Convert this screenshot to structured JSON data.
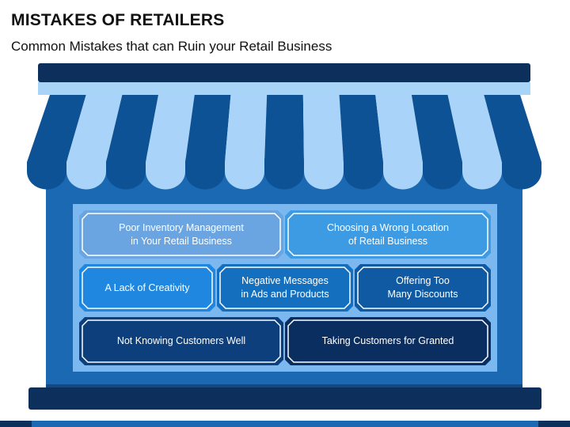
{
  "title": "MISTAKES OF RETAILERS",
  "subtitle": "Common Mistakes that can Ruin your Retail Business",
  "colors": {
    "roof": "#0c2f5c",
    "awning_dark": "#0e5296",
    "awning_light": "#a9d3f8",
    "wall": "#1b68b3",
    "facade": "#a8d4f7",
    "window_bg": "#7ab8ef",
    "base": "#0c2f5c"
  },
  "mistakes": [
    {
      "label": "Poor Inventory Management\nin Your Retail Business",
      "color": "#6aa5e2"
    },
    {
      "label": "Choosing a Wrong Location\nof Retail Business",
      "color": "#3d9be4"
    },
    {
      "label": "A Lack of Creativity",
      "color": "#1f87e0"
    },
    {
      "label": "Negative Messages\nin Ads and Products",
      "color": "#1470bf"
    },
    {
      "label": "Offering Too\nMany Discounts",
      "color": "#0f5aa3"
    },
    {
      "label": "Not Knowing Customers Well",
      "color": "#0d3f7d"
    },
    {
      "label": "Taking Customers for Granted",
      "color": "#0b2e60"
    }
  ]
}
